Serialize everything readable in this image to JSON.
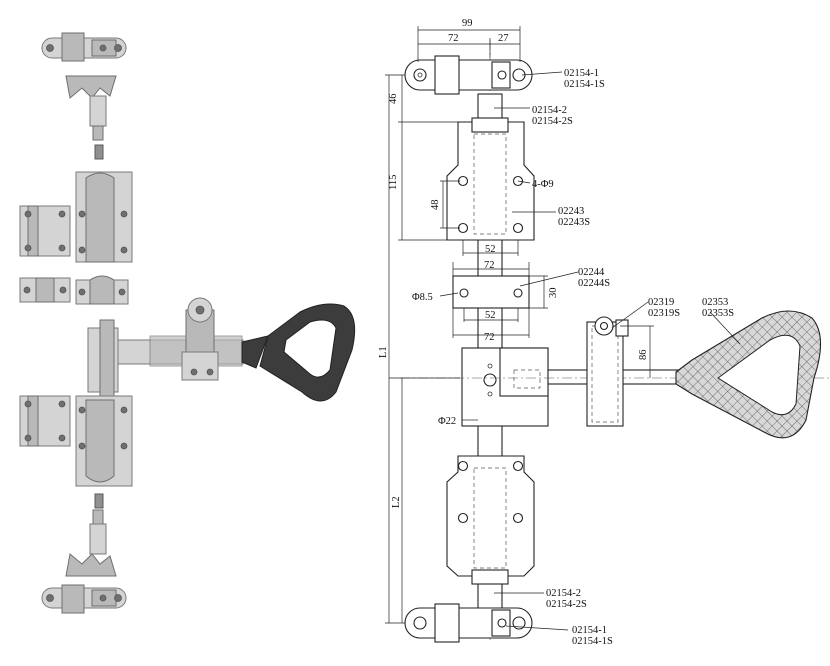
{
  "dimensions": {
    "top_width_total": "99",
    "top_width_left": "72",
    "top_width_right": "27",
    "height_46": "46",
    "height_115": "115",
    "height_48": "48",
    "hole_spacing_52_upper": "52",
    "width_72_upper": "72",
    "dia_8_5": "Φ8.5",
    "height_30": "30",
    "hole_spacing_52_lower": "52",
    "width_72_lower": "72",
    "height_86": "86",
    "dia_22": "Φ22",
    "length_L1": "L1",
    "length_L2": "L2",
    "holes_4_9": "4-Φ9"
  },
  "part_labels": {
    "p02154_1_top": [
      "02154-1",
      "02154-1S"
    ],
    "p02154_2_top": [
      "02154-2",
      "02154-2S"
    ],
    "p02243": [
      "02243",
      "02243S"
    ],
    "p02244": [
      "02244",
      "02244S"
    ],
    "p02319": [
      "02319",
      "02319S"
    ],
    "p02353": [
      "02353",
      "02353S"
    ],
    "p02154_2_bottom": [
      "02154-2",
      "02154-2S"
    ],
    "p02154_1_bottom": [
      "02154-1",
      "02154-1S"
    ]
  },
  "colors": {
    "part_fill": "#b9b9b9",
    "handle_fill": "#3c3c3c",
    "line": "#222222"
  }
}
